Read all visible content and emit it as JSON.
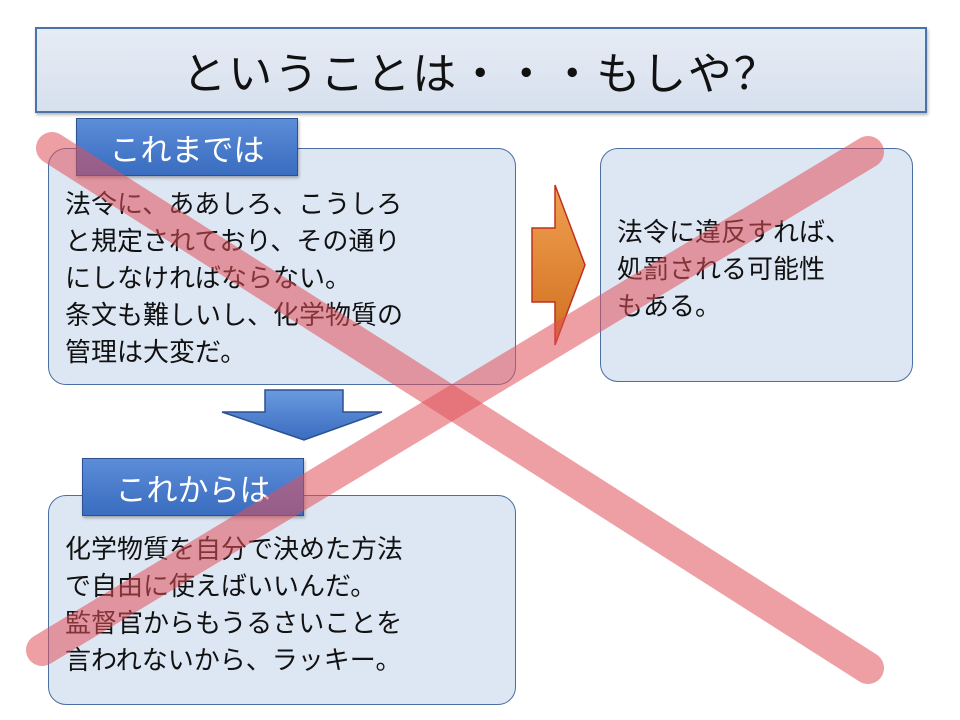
{
  "title": "ということは・・・もしや？",
  "before": {
    "label": "これまでは",
    "text": "法令に、ああしろ、こうしろ\nと規定されており、その通り\nにしなければならない。\n条文も難しいし、化学物質の\n管理は大変だ。"
  },
  "consequence": {
    "text": "法令に違反すれば、\n処罰される可能性\nもある。"
  },
  "after": {
    "label": "これからは",
    "text": "化学物質を自分で決めた方法\nで自由に使えばいいんだ。\n監督官からもうるさいことを\n言われないから、ラッキー。"
  },
  "colors": {
    "cross": "#e0505a",
    "label": "#4a7cd0",
    "arrow_right": "#e08a3a",
    "arrow_down": "#4a7cd0"
  }
}
